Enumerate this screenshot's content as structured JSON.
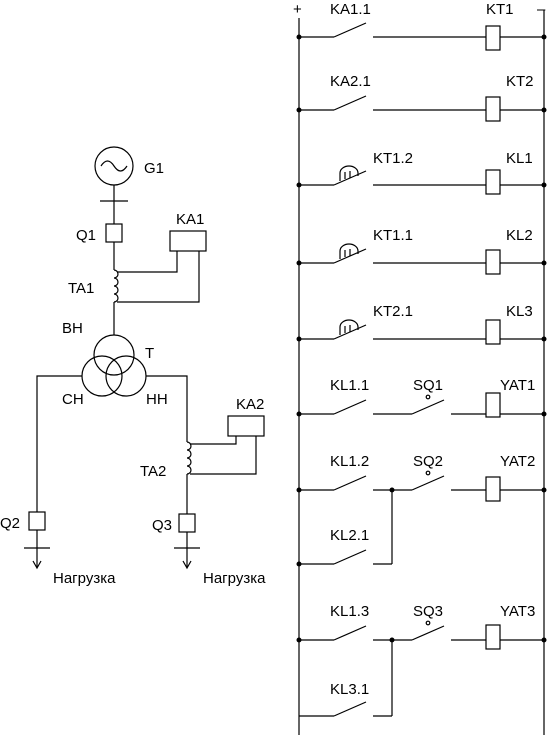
{
  "colors": {
    "ink": "#000000",
    "background": "#ffffff"
  },
  "single_line": {
    "generator": "G1",
    "breaker_gen": "Q1",
    "relay_1": "KA1",
    "ct_1": "TA1",
    "winding_hv": "ВН",
    "transformer": "T",
    "winding_mv": "СН",
    "winding_lv": "НН",
    "relay_2": "KA2",
    "ct_2": "TA2",
    "breaker_mv": "Q2",
    "breaker_lv": "Q3",
    "load_mv": "Нагрузка",
    "load_lv": "Нагрузка"
  },
  "control": {
    "bus_plus": "+",
    "bus_minus": "–",
    "rows": [
      {
        "contact": "KA1.1",
        "coil": "KT1"
      },
      {
        "contact": "KA2.1",
        "coil": "KT2"
      },
      {
        "contact": "KT1.2",
        "coil": "KL1"
      },
      {
        "contact": "KT1.1",
        "coil": "KL2"
      },
      {
        "contact": "KT2.1",
        "coil": "KL3"
      },
      {
        "contact": "KL1.1",
        "switch": "SQ1",
        "coil": "YAT1"
      },
      {
        "contact": "KL1.2",
        "switch": "SQ2",
        "coil": "YAT2",
        "parallel": "KL2.1"
      },
      {
        "contact": "KL1.3",
        "switch": "SQ3",
        "coil": "YAT3",
        "parallel": "KL3.1"
      }
    ]
  }
}
